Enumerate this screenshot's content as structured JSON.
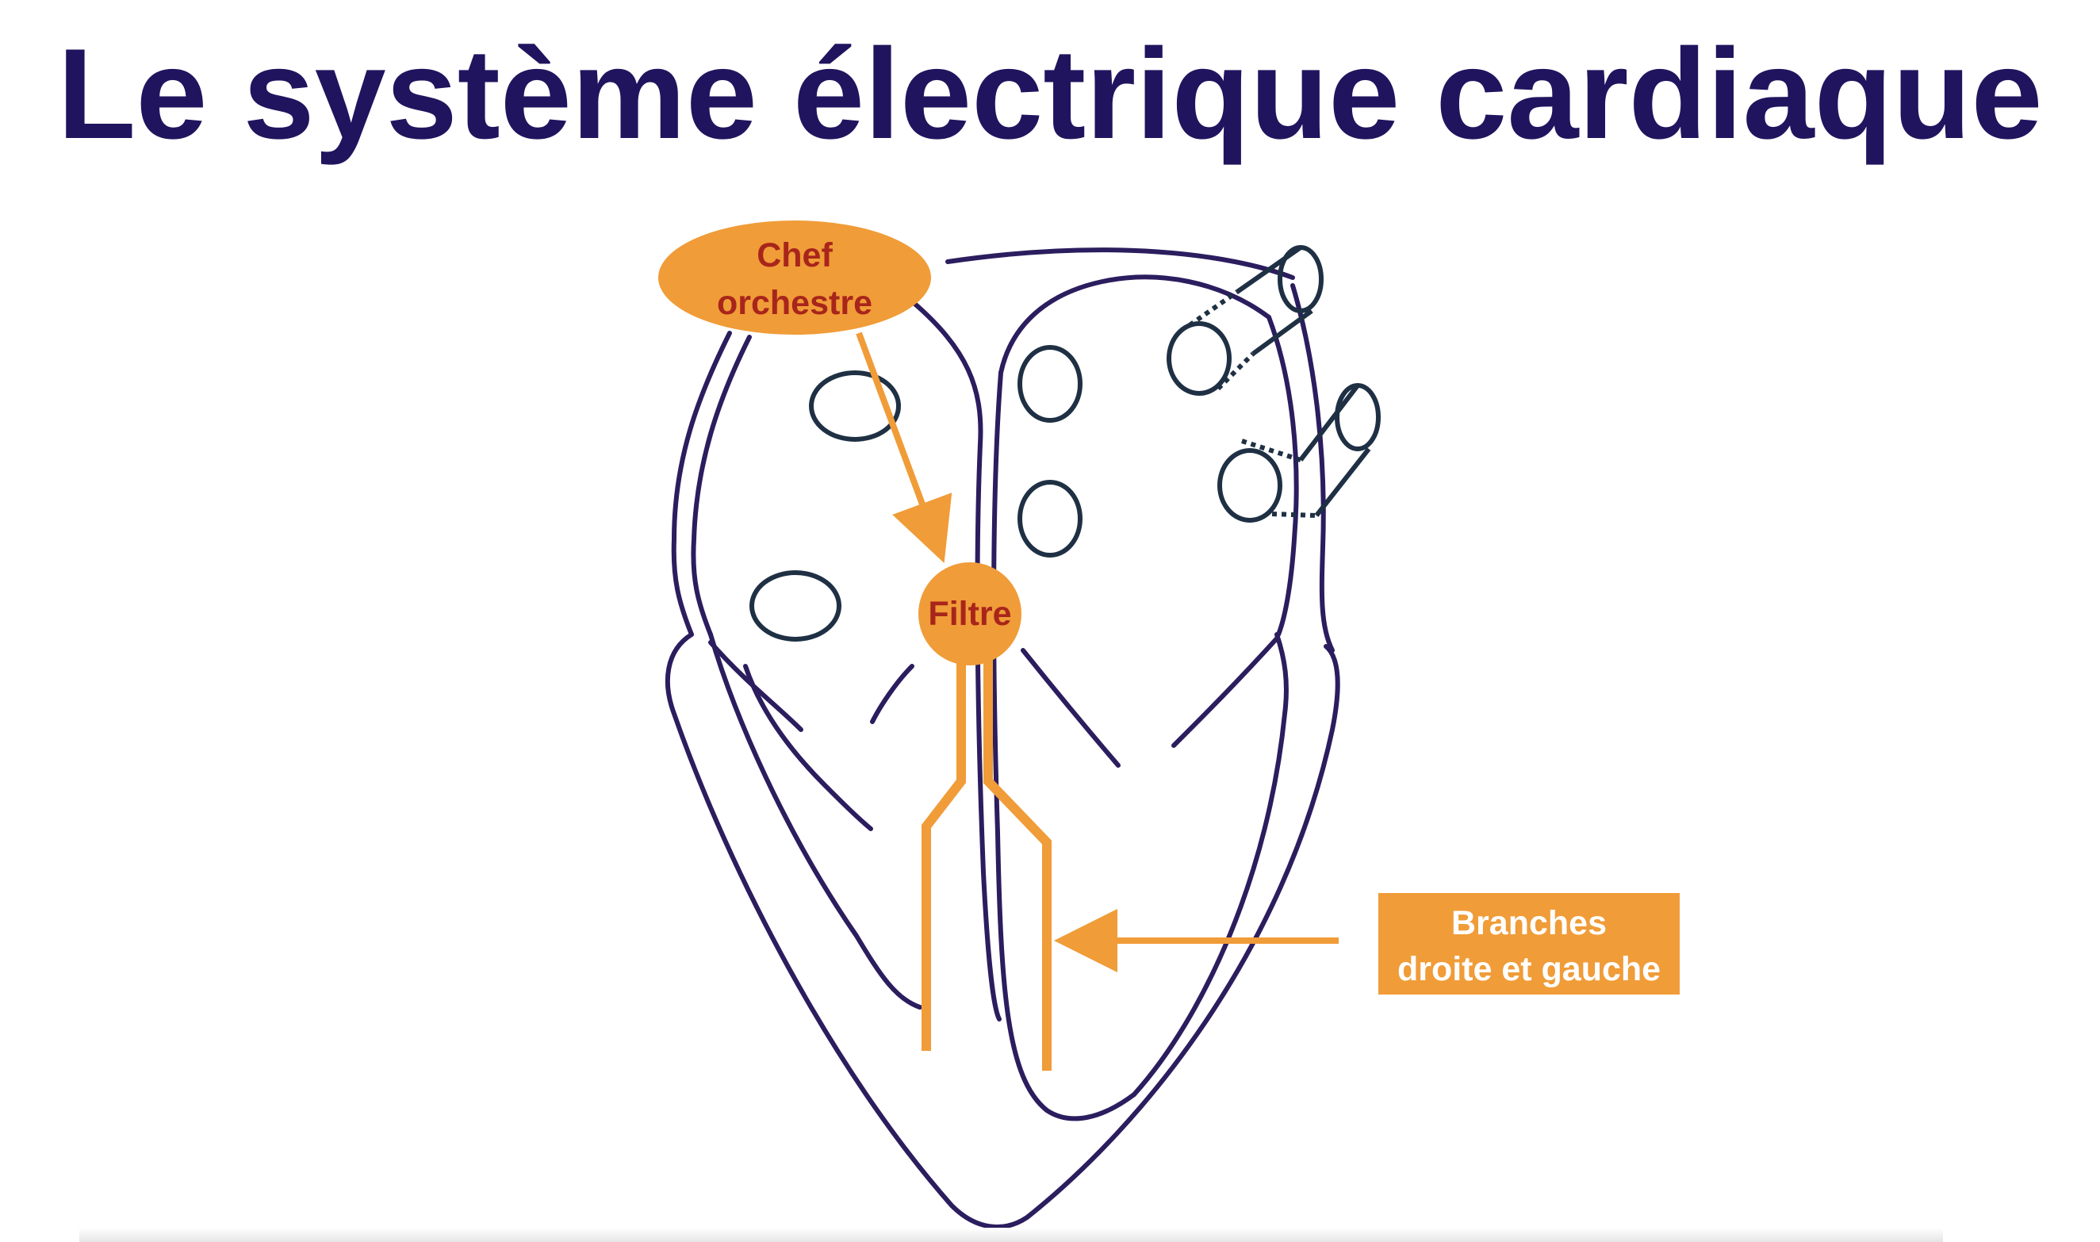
{
  "title": "Le système électrique cardiaque",
  "colors": {
    "title": "#21145e",
    "heart_outline": "#2b1d5e",
    "node_outline": "#1f3044",
    "accent_orange": "#f09c38",
    "label_dark_red": "#a8251b",
    "label_white": "#ffffff"
  },
  "labels": {
    "chef_orchestre": [
      "Chef",
      "orchestre"
    ],
    "filtre": "Filtre",
    "branches": [
      "Branches",
      "droite et gauche"
    ]
  }
}
